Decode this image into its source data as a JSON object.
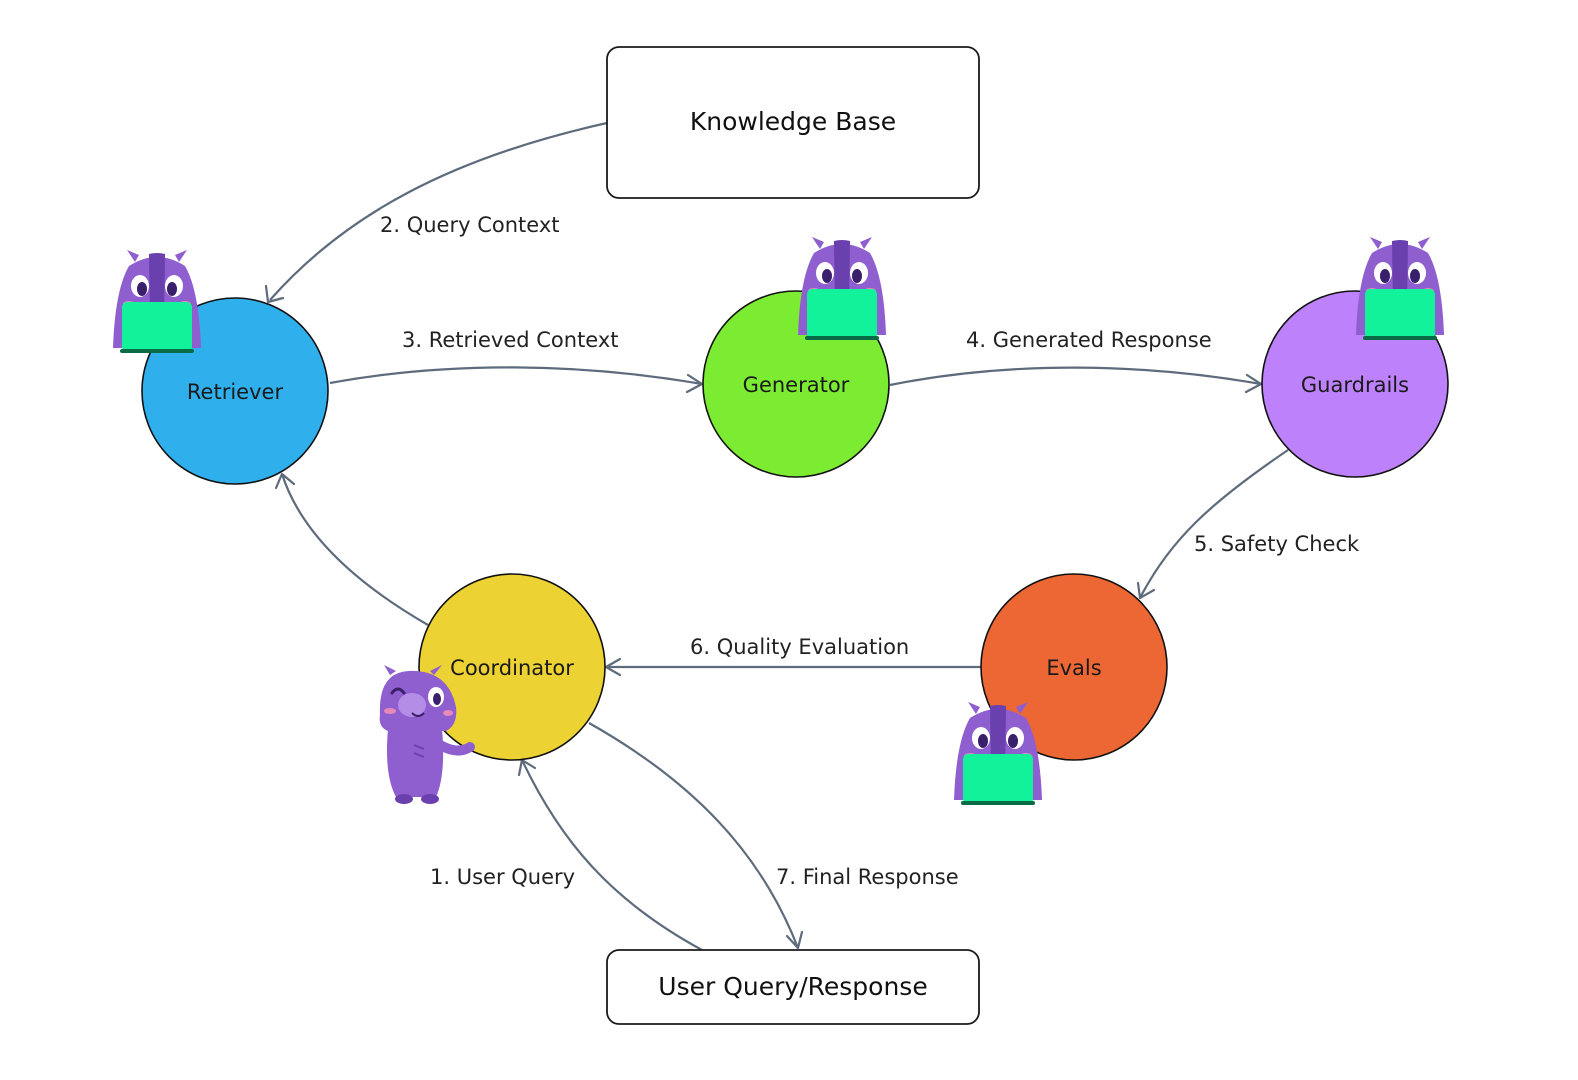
{
  "boxes": {
    "knowledge_base": "Knowledge Base",
    "user_query_response": "User Query/Response"
  },
  "nodes": {
    "retriever": {
      "label": "Retriever",
      "color": "#2fb0ec"
    },
    "generator": {
      "label": "Generator",
      "color": "#7cec33"
    },
    "guardrails": {
      "label": "Guardrails",
      "color": "#bd82fb"
    },
    "evals": {
      "label": "Evals",
      "color": "#ec6733"
    },
    "coordinator": {
      "label": "Coordinator",
      "color": "#ecd233"
    }
  },
  "edges": {
    "user_query": "1. User Query",
    "query_context": "2. Query Context",
    "retrieved_context": "3. Retrieved Context",
    "generated_response": "4. Generated Response",
    "safety_check": "5. Safety Check",
    "quality_evaluation": "6. Quality Evaluation",
    "final_response": "7. Final Response"
  },
  "colors": {
    "edge": "#5e6b7c",
    "mascot_body": "#8f5fd0",
    "laptop": "#11f29a"
  },
  "mascots": [
    "laptop-mascot-icon",
    "laptop-mascot-icon",
    "laptop-mascot-icon",
    "laptop-mascot-icon",
    "waving-mascot-icon"
  ]
}
